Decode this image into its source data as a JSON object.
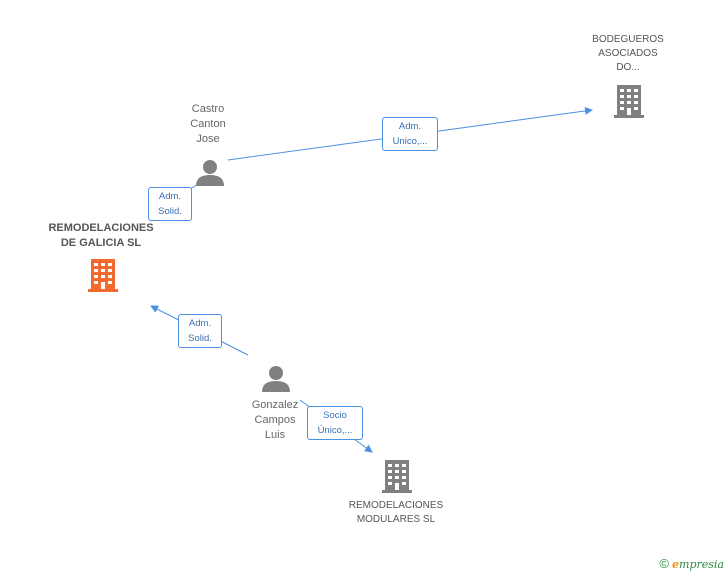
{
  "colors": {
    "edge": "#4a90e2",
    "person": "#808080",
    "company": "#808080",
    "main_company": "#f26a2e"
  },
  "nodes": {
    "main": {
      "line1": "REMODELACIONES",
      "line2": "DE GALICIA SL"
    },
    "castro": {
      "line1": "Castro",
      "line2": "Canton",
      "line3": "Jose"
    },
    "gonzalez": {
      "line1": "Gonzalez",
      "line2": "Campos",
      "line3": "Luis"
    },
    "bodegueros": {
      "line1": "BODEGUEROS",
      "line2": "ASOCIADOS",
      "line3": "DO..."
    },
    "modulares": {
      "line1": "REMODELACIONES",
      "line2": "MODULARES SL"
    }
  },
  "edges": {
    "castro_main": {
      "line1": "Adm.",
      "line2": "Solid."
    },
    "castro_bodegueros": {
      "line1": "Adm.",
      "line2": "Unico,..."
    },
    "gonzalez_main": {
      "line1": "Adm.",
      "line2": "Solid."
    },
    "gonzalez_modulares": {
      "line1": "Socio",
      "line2": "Único,..."
    }
  },
  "footer": {
    "copyright_symbol": "©",
    "brand_e": "e",
    "brand_rest": "mpresia"
  }
}
